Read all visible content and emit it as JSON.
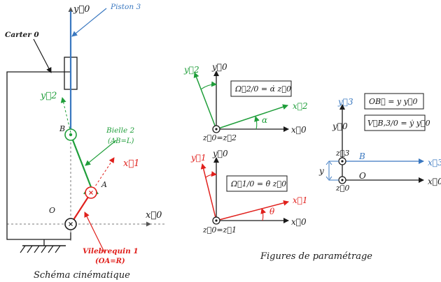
{
  "colors": {
    "black": "#1a1a1a",
    "grey": "#8a8a8a",
    "blue": "#3a78c0",
    "green": "#1f9e3a",
    "red": "#e0201c"
  },
  "kinematic": {
    "axis_y0": "y⃗0",
    "axis_x0": "x⃗0",
    "axis_y2": "y⃗2",
    "axis_x1": "x⃗1",
    "piston_label": "Piston 3",
    "carter_label": "Carter 0",
    "bielle_label": "Bielle 2",
    "bielle_sub": "(AB=L)",
    "vilebrequin_label": "Vilebrequin 1",
    "vilebrequin_sub": "(OA=R)",
    "point_B": "B",
    "point_A": "A",
    "point_O": "O",
    "caption": "Schéma cinématique"
  },
  "param": {
    "caption": "Figures de paramétrage",
    "fig2": {
      "y0": "y⃗0",
      "y2": "y⃗2",
      "x2": "x⃗2",
      "x0": "x⃗0",
      "z_eq": "z⃗0=z⃗2",
      "angle": "α",
      "box": "Ω⃗2/0 = α̇ z⃗0"
    },
    "fig1": {
      "y0": "y⃗0",
      "y1": "y⃗1",
      "x1": "x⃗1",
      "x0": "x⃗0",
      "z_eq": "z⃗0=z⃗1",
      "angle": "θ",
      "box": "Ω⃗1/0 = θ̇ z⃗0"
    },
    "fig3": {
      "y3": "y⃗3",
      "y0": "y⃗0",
      "z3": "z⃗3",
      "z0": "z⃗0",
      "x3": "x⃗3",
      "x0": "x⃗0",
      "B": "B",
      "O": "O",
      "y": "y",
      "box1": "OB⃗ = y y⃗0",
      "box2": "V⃗B,3/0 = ẏ y⃗0"
    }
  }
}
